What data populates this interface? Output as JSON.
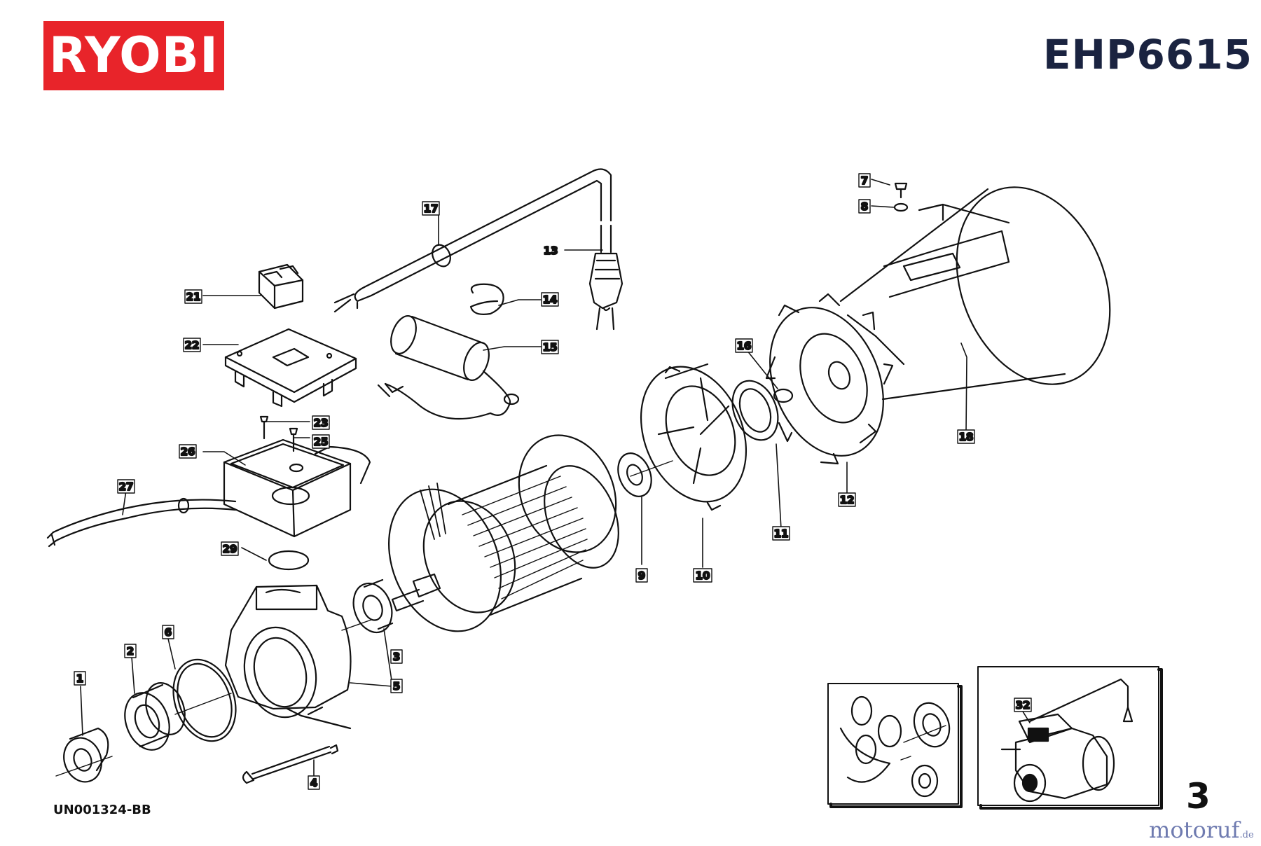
{
  "header": {
    "brand": "RYOBI",
    "model": "EHP6615"
  },
  "footer": {
    "drawing_code": "UN001324-BB",
    "page_number": "3",
    "watermark": "motoruf",
    "watermark_suffix": ".de"
  },
  "colors": {
    "brand_red": "#e8242a",
    "model_text": "#1a2340",
    "line": "#111111",
    "watermark": "#6f7bb0"
  },
  "part_labels": {
    "p1": "1",
    "p2": "2",
    "p3": "3",
    "p4": "4",
    "p5": "5",
    "p6": "6",
    "p7": "7",
    "p8": "8",
    "p9": "9",
    "p10": "10",
    "p11": "11",
    "p12": "12",
    "p13": "13",
    "p14": "14",
    "p15": "15",
    "p16": "16",
    "p17": "17",
    "p18": "18",
    "p21": "21",
    "p22": "22",
    "p23": "23",
    "p25": "25",
    "p26": "26",
    "p27": "27",
    "p29": "29",
    "p32": "32"
  }
}
